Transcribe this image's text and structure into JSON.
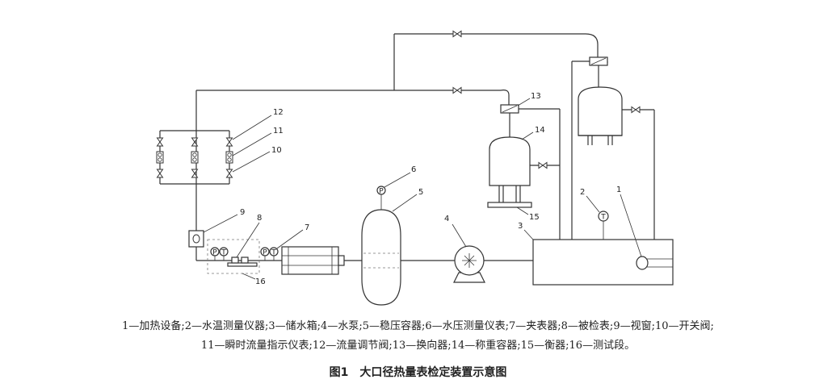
{
  "diagram": {
    "labels": {
      "n1": "1",
      "n2": "2",
      "n3": "3",
      "n4": "4",
      "n5": "5",
      "n6": "6",
      "n7": "7",
      "n8": "8",
      "n9": "9",
      "n10": "10",
      "n11": "11",
      "n12": "12",
      "n13": "13",
      "n14": "14",
      "n15": "15",
      "n16": "16"
    },
    "gauges": {
      "pressure": "P",
      "temperature": "T"
    }
  },
  "legend": {
    "line1": "1—加热设备;2—水温测量仪器;3—储水箱;4—水泵;5—稳压容器;6—水压测量仪表;7—夹表器;8—被检表;9—视窗;10—开关阀;",
    "line2": "11—瞬时流量指示仪表;12—流量调节阀;13—换向器;14—称重容器;15—衡器;16—测试段。"
  },
  "caption": "图1　大口径热量表检定装置示意图"
}
